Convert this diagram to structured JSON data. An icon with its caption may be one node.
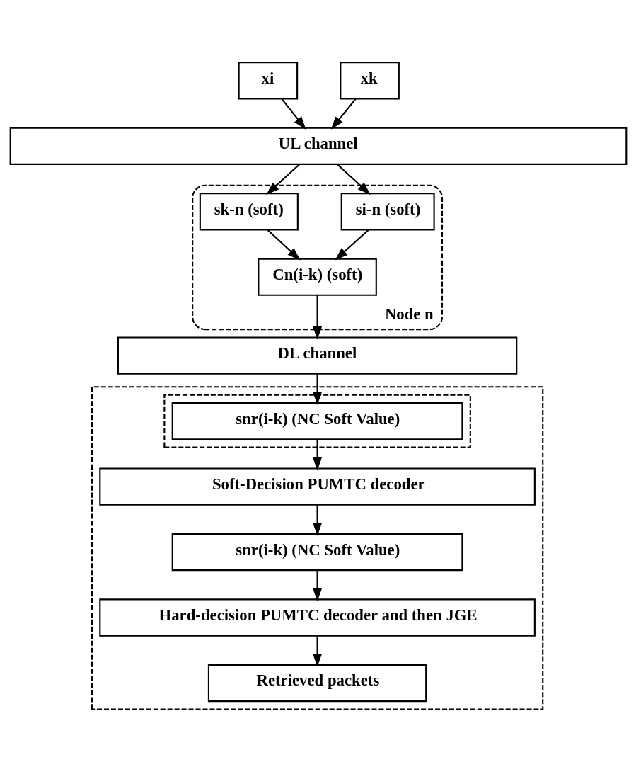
{
  "diagram": {
    "nodes": [
      {
        "text": [
          "xi"
        ]
      },
      {
        "text": [
          "xk"
        ]
      },
      {
        "text": [
          "UL channel"
        ]
      },
      {
        "text": [
          "Node n"
        ]
      },
      {
        "text": [
          "si-n (soft)"
        ],
        "in": 3
      },
      {
        "text": [
          "sk-n (soft)"
        ],
        "in": 3
      },
      {
        "text": [
          "Cn(i-k) (soft)"
        ],
        "in": 3
      },
      {
        "text": [
          "DL channel"
        ]
      },
      {
        "text": [],
        "shape": "box"
      },
      {
        "text": [],
        "shape": "box",
        "in": 8
      },
      {
        "text": [
          "snr(i-k) (NC Soft Value)"
        ],
        "in": 9
      },
      {
        "text": [
          "Soft-Decision PUMTC decoder"
        ],
        "in": 8
      },
      {
        "text": [
          "snr(i-k) (NC Soft Value)"
        ],
        "in": 8
      },
      {
        "text": [
          "Hard-decision PUMTC decoder and then JGE"
        ],
        "in": 8
      },
      {
        "text": [
          "Retrieved packets"
        ],
        "in": 8
      }
    ],
    "edges": [
      {
        "from": 0,
        "to": 2,
        "arrow": "to"
      },
      {
        "from": 1,
        "to": 2,
        "arrow": "to"
      },
      {
        "from": 2,
        "to": 4,
        "arrow": "to"
      },
      {
        "from": 2,
        "to": 5,
        "arrow": "to"
      },
      {
        "from": 4,
        "to": 6,
        "arrow": "to"
      },
      {
        "from": 5,
        "to": 6,
        "arrow": "to"
      },
      {
        "from": 6,
        "to": 7,
        "arrow": "to"
      },
      {
        "from": 7,
        "to": 10,
        "arrow": "to"
      },
      {
        "from": 10,
        "to": 11,
        "arrow": "to"
      },
      {
        "from": 11,
        "to": 12,
        "arrow": "to"
      },
      {
        "from": 12,
        "to": 13,
        "arrow": "to"
      },
      {
        "from": 13,
        "to": 14,
        "arrow": "to"
      }
    ]
  }
}
